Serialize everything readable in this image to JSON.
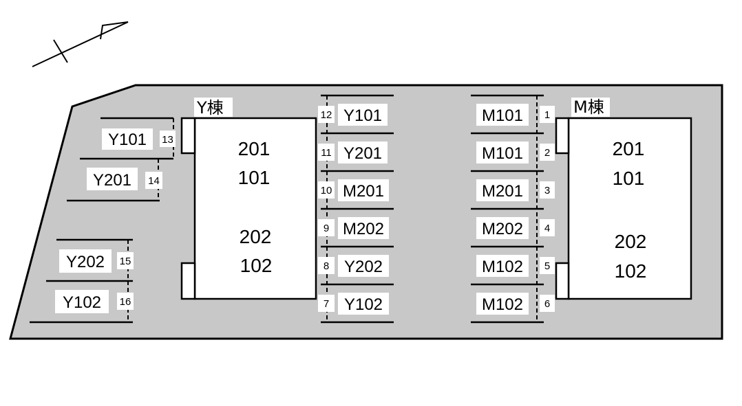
{
  "map": {
    "colors": {
      "lot": "#c8c8c8",
      "stroke": "#000000",
      "box": "#ffffff",
      "bg": "#ffffff"
    },
    "compass_icon": "north-arrow-icon",
    "buildings": [
      {
        "title": "Y棟",
        "upper_units": [
          "201",
          "101"
        ],
        "lower_units": [
          "202",
          "102"
        ]
      },
      {
        "title": "M棟",
        "upper_units": [
          "201",
          "101"
        ],
        "lower_units": [
          "202",
          "102"
        ]
      }
    ],
    "left_spaces": [
      {
        "number": "13",
        "label": "Y101"
      },
      {
        "number": "14",
        "label": "Y201"
      },
      {
        "number": "15",
        "label": "Y202"
      },
      {
        "number": "16",
        "label": "Y102"
      }
    ],
    "center_left_spaces": [
      {
        "number": "12",
        "label": "Y101"
      },
      {
        "number": "11",
        "label": "Y201"
      },
      {
        "number": "10",
        "label": "M201"
      },
      {
        "number": "9",
        "label": "M202"
      },
      {
        "number": "8",
        "label": "Y202"
      },
      {
        "number": "7",
        "label": "Y102"
      }
    ],
    "center_right_spaces": [
      {
        "number": "1",
        "label": "M101"
      },
      {
        "number": "2",
        "label": "M101"
      },
      {
        "number": "3",
        "label": "M201"
      },
      {
        "number": "4",
        "label": "M202"
      },
      {
        "number": "5",
        "label": "M102"
      },
      {
        "number": "6",
        "label": "M102"
      }
    ]
  }
}
